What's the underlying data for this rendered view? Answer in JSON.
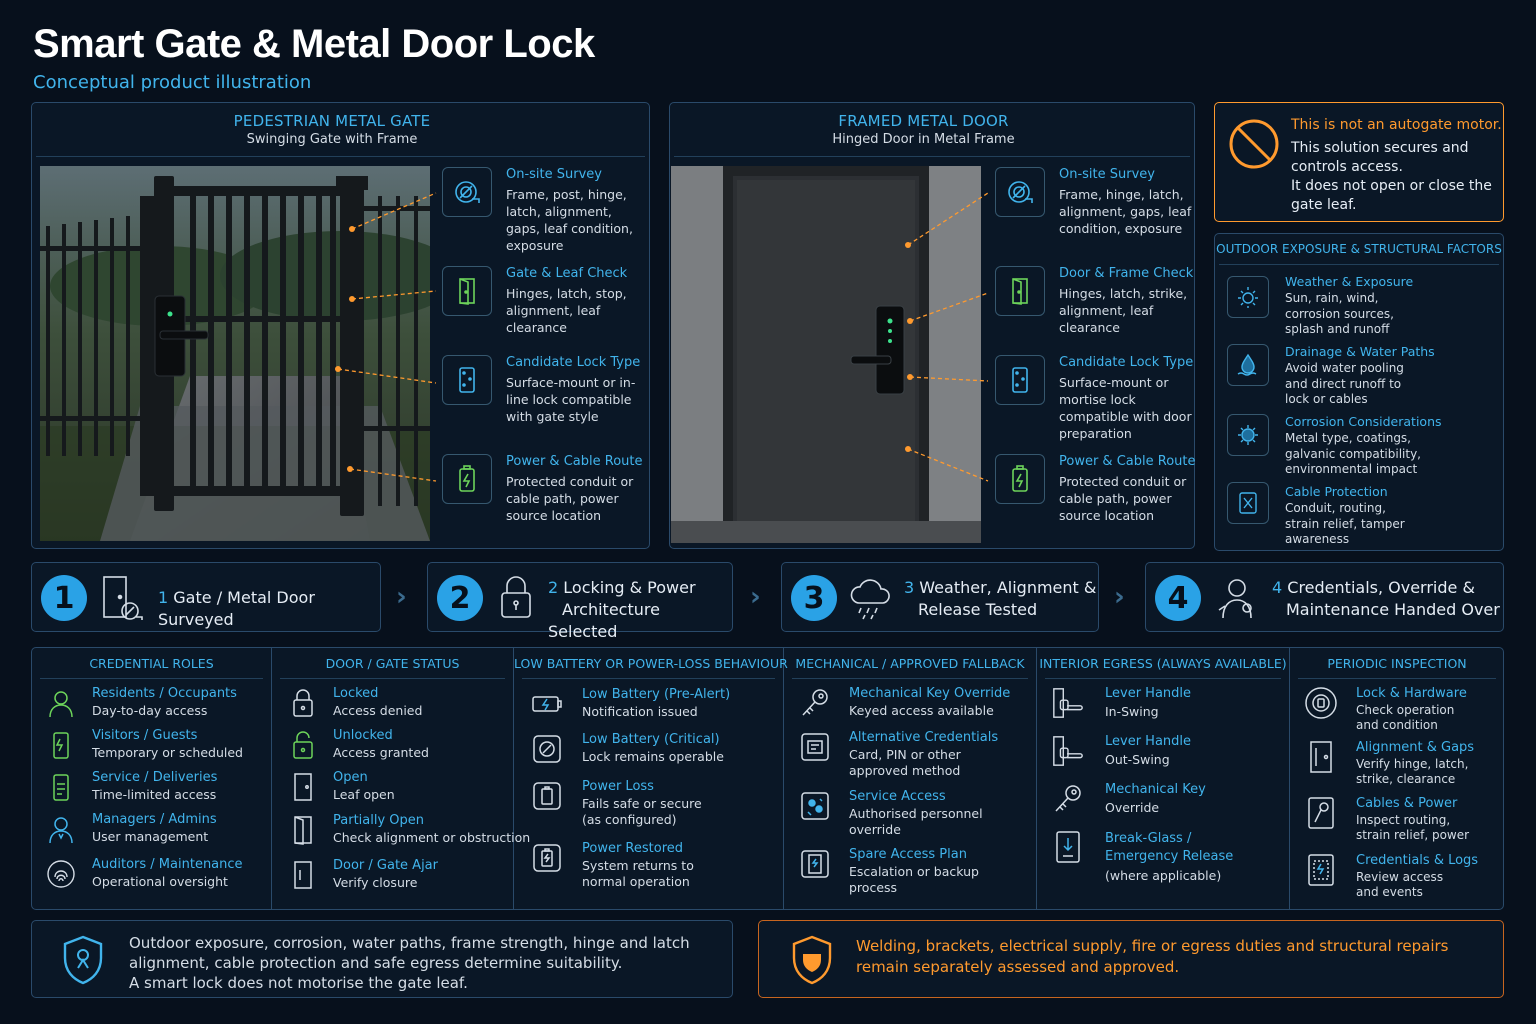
{
  "header": {
    "title": "Smart Gate & Metal Door Lock",
    "subtitle": "Conceptual product illustration"
  },
  "gate_panel": {
    "title": "PEDESTRIAN METAL GATE",
    "subtitle": "Swinging Gate with Frame",
    "features": [
      {
        "title": "On-site Survey",
        "desc": "Frame, post, hinge, latch, alignment, gaps, leaf condition, exposure",
        "icon": "survey-icon"
      },
      {
        "title": "Gate & Leaf Check",
        "desc": "Hinges, latch, stop, alignment, leaf clearance",
        "icon": "door-check-icon"
      },
      {
        "title": "Candidate Lock Type",
        "desc": "Surface-mount or in-line lock compatible with gate style",
        "icon": "lock-type-icon"
      },
      {
        "title": "Power & Cable Route",
        "desc": "Protected conduit or cable path, power source location",
        "icon": "battery-icon"
      }
    ]
  },
  "door_panel": {
    "title": "FRAMED METAL DOOR",
    "subtitle": "Hinged Door in Metal Frame",
    "features": [
      {
        "title": "On-site Survey",
        "desc": "Frame, hinge, latch, alignment, gaps, leaf condition, exposure",
        "icon": "survey-icon"
      },
      {
        "title": "Door & Frame Check",
        "desc": "Hinges, latch, strike, alignment, leaf clearance",
        "icon": "door-check-icon"
      },
      {
        "title": "Candidate Lock Type",
        "desc": "Surface-mount or mortise lock compatible with door preparation",
        "icon": "lock-type-icon"
      },
      {
        "title": "Power & Cable Route",
        "desc": "Protected conduit or cable path, power source location",
        "icon": "battery-icon"
      }
    ]
  },
  "notice": {
    "title": "This is not an autogate motor.",
    "body": "This solution secures and controls access.\nIt does not open or close the gate leaf."
  },
  "exposure": {
    "title": "OUTDOOR EXPOSURE & STRUCTURAL FACTORS",
    "items": [
      {
        "title": "Weather & Exposure",
        "desc": "Sun, rain, wind, corrosion sources, splash and runoff",
        "icon": "sun-icon"
      },
      {
        "title": "Drainage & Water Paths",
        "desc": "Avoid water pooling and direct runoff to lock or cables",
        "icon": "water-drop-icon"
      },
      {
        "title": "Corrosion Considerations",
        "desc": "Metal type, coatings, galvanic compatibility, environmental impact",
        "icon": "corrosion-icon"
      },
      {
        "title": "Cable Protection",
        "desc": "Conduit, routing, strain relief, tamper awareness",
        "icon": "cable-icon"
      }
    ]
  },
  "steps": [
    {
      "num": "1",
      "index": "1",
      "text1": "Gate / Metal Door Surveyed",
      "text2": "",
      "icon": "door-survey-icon"
    },
    {
      "num": "2",
      "index": "2",
      "text1": "Locking & Power",
      "text2": "Architecture Selected",
      "icon": "padlock-icon"
    },
    {
      "num": "3",
      "index": "3",
      "text1": "Weather, Alignment &",
      "text2": "Release Tested",
      "icon": "rain-cloud-icon"
    },
    {
      "num": "4",
      "index": "4",
      "text1": "Credentials, Override &",
      "text2": "Maintenance Handed Over",
      "icon": "person-handover-icon"
    }
  ],
  "columns": [
    {
      "title": "CREDENTIAL ROLES",
      "items": [
        {
          "title": "Residents / Occupants",
          "desc": "Day-to-day access",
          "icon": "resident-icon"
        },
        {
          "title": "Visitors / Guests",
          "desc": "Temporary or scheduled",
          "icon": "visitor-phone-icon"
        },
        {
          "title": "Service / Deliveries",
          "desc": "Time-limited access",
          "icon": "service-phone-icon"
        },
        {
          "title": "Managers / Admins",
          "desc": "User management",
          "icon": "manager-icon"
        },
        {
          "title": "Auditors / Maintenance",
          "desc": "Operational oversight",
          "icon": "fingerprint-icon"
        }
      ]
    },
    {
      "title": "DOOR / GATE STATUS",
      "items": [
        {
          "title": "Locked",
          "desc": "Access denied",
          "icon": "locked-icon"
        },
        {
          "title": "Unlocked",
          "desc": "Access granted",
          "icon": "unlocked-icon"
        },
        {
          "title": "Open",
          "desc": "Leaf open",
          "icon": "door-open-icon"
        },
        {
          "title": "Partially Open",
          "desc": "Check alignment or obstruction",
          "icon": "door-partial-icon"
        },
        {
          "title": "Door / Gate Ajar",
          "desc": "Verify closure",
          "icon": "door-ajar-icon"
        }
      ]
    },
    {
      "title": "LOW BATTERY OR POWER-LOSS BEHAVIOUR",
      "items": [
        {
          "title": "Low Battery (Pre-Alert)",
          "desc": "Notification issued",
          "icon": "battery-low-icon"
        },
        {
          "title": "Low Battery (Critical)",
          "desc": "Lock remains operable",
          "icon": "battery-critical-icon"
        },
        {
          "title": "Power Loss",
          "desc": "Fails safe or secure\n(as configured)",
          "icon": "power-loss-icon"
        },
        {
          "title": "Power Restored",
          "desc": "System returns to\nnormal operation",
          "icon": "power-restored-icon"
        }
      ]
    },
    {
      "title": "MECHANICAL / APPROVED FALLBACK",
      "items": [
        {
          "title": "Mechanical Key Override",
          "desc": "Keyed access available",
          "icon": "key-icon"
        },
        {
          "title": "Alternative Credentials",
          "desc": "Card, PIN or other\napproved method",
          "icon": "card-icon"
        },
        {
          "title": "Service Access",
          "desc": "Authorised personnel\noverride",
          "icon": "service-access-icon"
        },
        {
          "title": "Spare Access Plan",
          "desc": "Escalation or backup\nprocess",
          "icon": "spare-plan-icon"
        }
      ]
    },
    {
      "title": "INTERIOR EGRESS (ALWAYS AVAILABLE)",
      "items": [
        {
          "title": "Lever Handle",
          "desc": "In-Swing",
          "icon": "lever-in-icon"
        },
        {
          "title": "Lever Handle",
          "desc": "Out-Swing",
          "icon": "lever-out-icon"
        },
        {
          "title": "Mechanical Key",
          "desc": "Override",
          "icon": "mech-key-icon"
        },
        {
          "title": "Break-Glass /\nEmergency Release",
          "desc": "(where applicable)",
          "icon": "break-glass-icon"
        }
      ]
    },
    {
      "title": "PERIODIC INSPECTION",
      "items": [
        {
          "title": "Lock & Hardware",
          "desc": "Check operation\nand condition",
          "icon": "lock-hardware-icon"
        },
        {
          "title": "Alignment & Gaps",
          "desc": "Verify hinge, latch,\nstrike, clearance",
          "icon": "alignment-icon"
        },
        {
          "title": "Cables & Power",
          "desc": "Inspect routing,\nstrain relief, power",
          "icon": "cable-power-icon"
        },
        {
          "title": "Credentials & Logs",
          "desc": "Review access\nand events",
          "icon": "logs-icon"
        }
      ]
    }
  ],
  "footer": {
    "left": "Outdoor exposure, corrosion, water paths, frame strength, hinge and latch alignment, cable protection and safe egress determine suitability.\nA smart lock does not motorise the gate leaf.",
    "right": "Welding, brackets, electrical supply, fire or egress duties and structural repairs remain separately assessed and approved."
  },
  "colors": {
    "accent": "#41b4ec",
    "warning": "#ff9a2e",
    "background": "#07101c"
  }
}
